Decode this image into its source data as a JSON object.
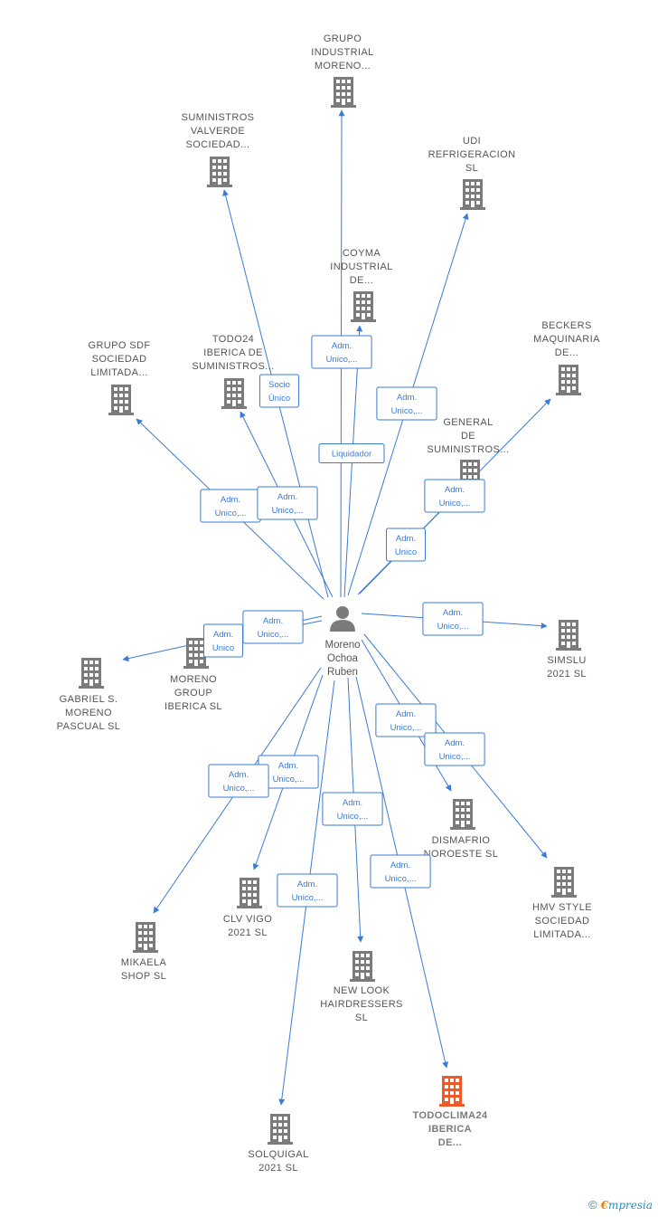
{
  "colors": {
    "edge": "#3a7bd5",
    "building": "#7b7b7b",
    "building_highlight": "#f05a28",
    "person": "#7b7b7b"
  },
  "center": {
    "lines": [
      "Moreno",
      "Ochoa",
      "Ruben"
    ],
    "icon": "person-icon"
  },
  "nodes": [
    {
      "id": "grupo-industrial-moreno",
      "lines": [
        "GRUPO",
        "INDUSTRIAL",
        "MORENO..."
      ],
      "highlight": false
    },
    {
      "id": "suministros-valverde",
      "lines": [
        "SUMINISTROS",
        "VALVERDE",
        "SOCIEDAD..."
      ],
      "highlight": false
    },
    {
      "id": "udi-refrigeracion",
      "lines": [
        "UDI",
        "REFRIGERACION",
        "SL"
      ],
      "highlight": false
    },
    {
      "id": "coyma-industrial",
      "lines": [
        "COYMA",
        "INDUSTRIAL",
        "DE..."
      ],
      "highlight": false
    },
    {
      "id": "beckers-maquinaria",
      "lines": [
        "BECKERS",
        "MAQUINARIA",
        "DE..."
      ],
      "highlight": false
    },
    {
      "id": "grupo-sdf",
      "lines": [
        "GRUPO SDF",
        "SOCIEDAD",
        "LIMITADA..."
      ],
      "highlight": false
    },
    {
      "id": "todo24-iberica",
      "lines": [
        "TODO24",
        "IBERICA DE",
        "SUMINISTROS..."
      ],
      "highlight": false
    },
    {
      "id": "general-suministros",
      "lines": [
        "GENERAL",
        "DE",
        "SUMINISTROS..."
      ],
      "highlight": false
    },
    {
      "id": "simslu-2021",
      "lines": [
        "SIMSLU",
        "2021  SL"
      ],
      "highlight": false
    },
    {
      "id": "gabriel-moreno-pascual",
      "lines": [
        "GABRIEL S.",
        "MORENO",
        "PASCUAL  SL"
      ],
      "highlight": false
    },
    {
      "id": "moreno-group-iberica",
      "lines": [
        "MORENO",
        "GROUP",
        "IBERICA  SL"
      ],
      "highlight": false
    },
    {
      "id": "dismafrio-noroeste",
      "lines": [
        "DISMAFRIO",
        "NOROESTE  SL"
      ],
      "highlight": false
    },
    {
      "id": "hmv-style",
      "lines": [
        "HMV STYLE",
        "SOCIEDAD",
        "LIMITADA..."
      ],
      "highlight": false
    },
    {
      "id": "clv-vigo-2021",
      "lines": [
        "CLV VIGO",
        "2021  SL"
      ],
      "highlight": false
    },
    {
      "id": "mikaela-shop",
      "lines": [
        "MIKAELA",
        "SHOP  SL"
      ],
      "highlight": false
    },
    {
      "id": "new-look-hairdressers",
      "lines": [
        "NEW LOOK",
        "HAIRDRESSERS",
        "SL"
      ],
      "highlight": false
    },
    {
      "id": "todoclima24-iberica",
      "lines": [
        "TODOCLIMA24",
        "IBERICA",
        "DE..."
      ],
      "highlight": true
    },
    {
      "id": "solquigal-2021",
      "lines": [
        "SOLQUIGAL",
        "2021  SL"
      ],
      "highlight": false
    }
  ],
  "edges": [
    {
      "target": "grupo-industrial-moreno",
      "label": []
    },
    {
      "target": "suministros-valverde",
      "label": [
        "Socio",
        "Único"
      ]
    },
    {
      "target": "udi-refrigeracion",
      "label": [
        "Adm.",
        "Unico,..."
      ]
    },
    {
      "target": "coyma-industrial",
      "label": [
        "Adm.",
        "Unico,..."
      ]
    },
    {
      "target": "beckers-maquinaria",
      "label": [
        "Adm.",
        "Unico,..."
      ]
    },
    {
      "target": "grupo-sdf",
      "label": [
        "Adm.",
        "Unico,..."
      ]
    },
    {
      "target": "todo24-iberica",
      "label": [
        "Adm.",
        "Unico,..."
      ]
    },
    {
      "target": "general-suministros",
      "label": [
        "Adm.",
        "Unico"
      ]
    },
    {
      "target": "simslu-2021",
      "label": [
        "Adm.",
        "Unico,..."
      ]
    },
    {
      "target": "gabriel-moreno-pascual",
      "label": [
        "Adm.",
        "Unico,..."
      ]
    },
    {
      "target": "moreno-group-iberica",
      "label": [
        "Adm.",
        "Unico"
      ]
    },
    {
      "target": "dismafrio-noroeste",
      "label": [
        "Adm.",
        "Unico,..."
      ]
    },
    {
      "target": "hmv-style",
      "label": [
        "Adm.",
        "Unico,..."
      ]
    },
    {
      "target": "clv-vigo-2021",
      "label": [
        "Adm.",
        "Unico,..."
      ]
    },
    {
      "target": "mikaela-shop",
      "label": [
        "Adm.",
        "Unico,..."
      ]
    },
    {
      "target": "new-look-hairdressers",
      "label": [
        "Adm.",
        "Unico,..."
      ]
    },
    {
      "target": "todoclima24-iberica",
      "label": [
        "Adm.",
        "Unico,..."
      ]
    },
    {
      "target": "solquigal-2021",
      "label": [
        "Adm.",
        "Unico,..."
      ]
    }
  ],
  "extra_label": {
    "lines": [
      "Liquidador"
    ]
  },
  "brand": {
    "copyright": "©",
    "e": "€",
    "rest": "mpresia"
  }
}
